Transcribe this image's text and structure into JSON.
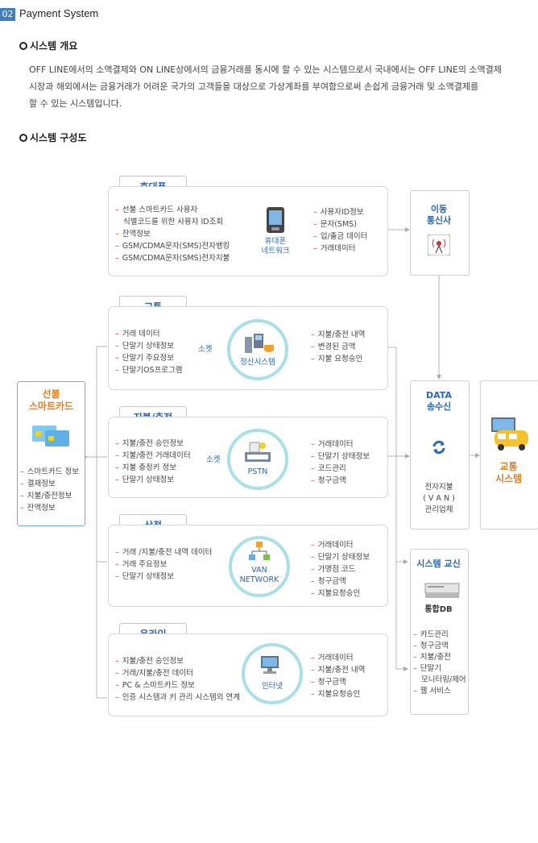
{
  "header": {
    "num": "02",
    "title": "Payment System"
  },
  "overview": {
    "heading": "시스템 개요",
    "lines": [
      "OFF LINE에서의 소액결제와 ON LINE상에서의 금융거래를 동시에 할 수 있는 시스템으로서 국내에서는 OFF LINE의 소액결제",
      "시장과 해외에서는 금융거래가 어려운 국가의 고객들을 대상으로 가상계좌를 부여함으로써 손쉽게 금융거래 및 소액결제를",
      "할 수 있는 시스템입니다."
    ]
  },
  "structure": {
    "heading": "시스템 구성도"
  },
  "groups": [
    {
      "tab": "휴대폰",
      "left": [
        "선불 스마트카드 사용자",
        "식별코드를 위한 사용자 ID조회",
        "잔액정보",
        "GSM/CDMA문자(SMS)전자뱅킹",
        "GSM/CDMA문자(SMS)전자지불"
      ],
      "left_bullets": [
        true,
        false,
        true,
        true,
        true
      ],
      "center": [
        "휴대폰",
        "네트워크"
      ],
      "right": [
        "사용자ID정보",
        "문자(SMS)",
        "입/출금 데이터",
        "거래데이터"
      ],
      "arrow": ""
    },
    {
      "tab": "교통",
      "left": [
        "거래 데이터",
        "단말기 상태정보",
        "단말기 주요정보",
        "단말기OS프로그램"
      ],
      "left_bullets": [
        true,
        true,
        true,
        true
      ],
      "center": [
        "정산시스템"
      ],
      "right": [
        "지불/충전 내역",
        "변경된 금액",
        "지불 요청승인"
      ],
      "arrow": "소켓"
    },
    {
      "tab": "지불/충전",
      "left": [
        "지불/충전 승인정보",
        "지불/충전 거래데이터",
        "지불 충정키 정보",
        "단말기 상태정보"
      ],
      "left_bullets": [
        true,
        true,
        true,
        true
      ],
      "center": [
        "PSTN"
      ],
      "right": [
        "거래데이터",
        "단말기 상태정보",
        "코드관리",
        "청구금액"
      ],
      "arrow": "소켓"
    },
    {
      "tab": "상점",
      "left": [
        "거래 /지불/충전 내역 데이터",
        "거래 주요정보",
        "단말기 상태정보"
      ],
      "left_bullets": [
        true,
        true,
        true
      ],
      "center": [
        "VAN",
        "NETWORK"
      ],
      "right": [
        "거래데이터",
        "단말기 상태정보",
        "가맹점 코드",
        "청구금액",
        "지불요청승인"
      ],
      "arrow": ""
    },
    {
      "tab": "온라인",
      "left": [
        "지불/충전 승인정보",
        "거래/지불/충전 데이터",
        "PC & 스마트카드 정보",
        "인증 시스템과 키 관리 시스템의 연계"
      ],
      "left_bullets": [
        true,
        true,
        true,
        true
      ],
      "center": [
        "인터넷"
      ],
      "right": [
        "거래데이터",
        "지불/충전 내역",
        "청구금액",
        "지불요청승인"
      ],
      "arrow": ""
    }
  ],
  "smartcard": {
    "title": [
      "선불",
      "스마트카드"
    ],
    "items": [
      "스마트카드 정보",
      "결재정보",
      "지불/충전정보",
      "잔액정보"
    ]
  },
  "mobile_carrier": {
    "title": [
      "이동",
      "통신사"
    ]
  },
  "data_tx": {
    "title": [
      "DATA",
      "송수신"
    ],
    "sub": [
      "전자지불",
      "( V A N )",
      "관리업체"
    ]
  },
  "transport_system": {
    "title": [
      "교통",
      "시스템"
    ]
  },
  "system_center": {
    "title": "시스템 교신",
    "db": "통합DB",
    "items": [
      "카드관리",
      "청구금액",
      "지불/충전",
      "단말기",
      "모니터링/제어",
      "웹 서비스"
    ],
    "item_bullets": [
      true,
      true,
      true,
      true,
      false,
      true
    ]
  },
  "colors": {
    "accent_blue": "#2a67b6",
    "header_blue": "#3f7fc1",
    "orange": "#e77d1a",
    "dash_red": "#d23a3a",
    "circle": "#a9dfe6"
  }
}
